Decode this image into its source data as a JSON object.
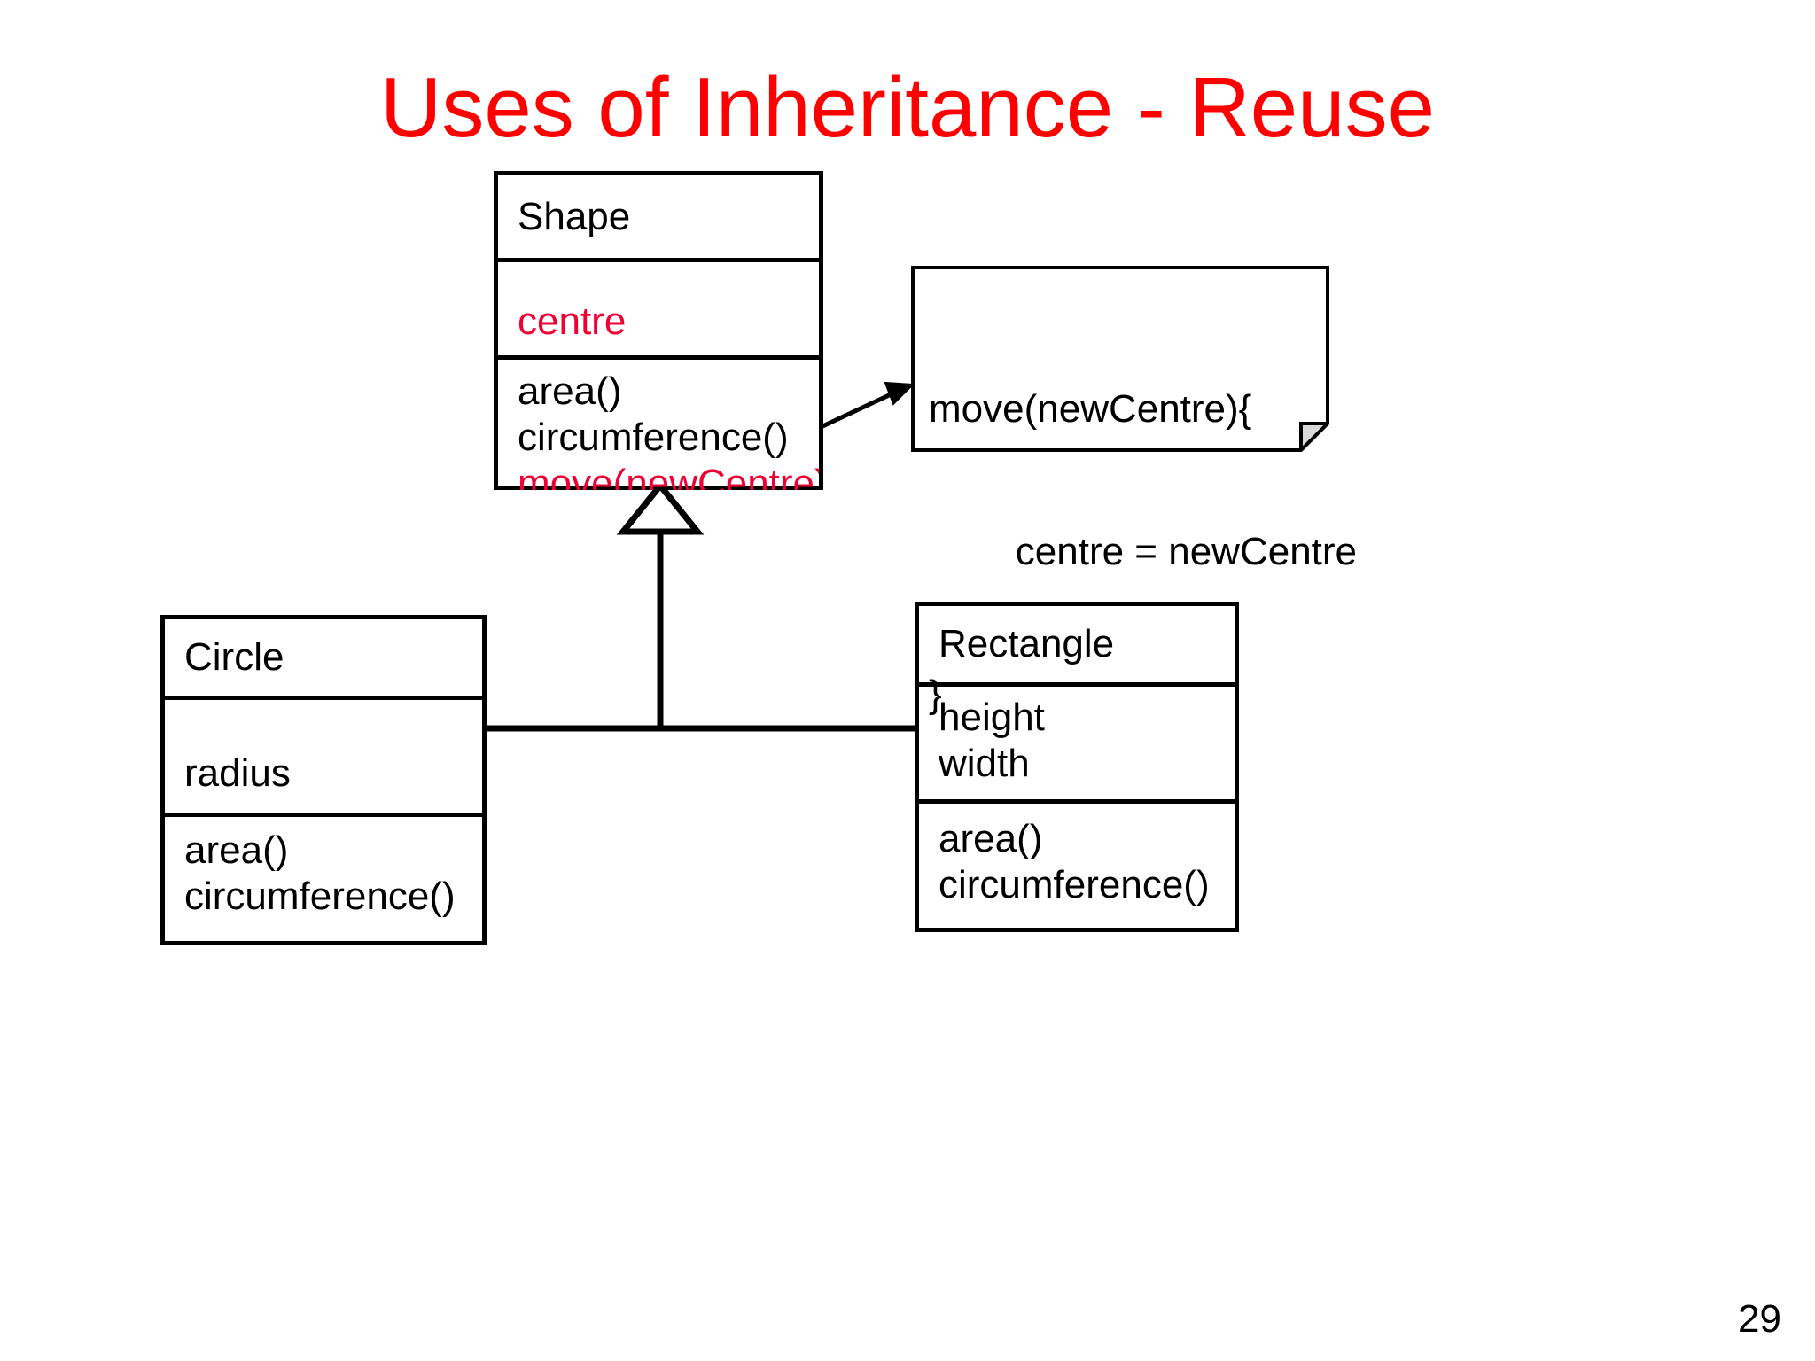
{
  "slide": {
    "title": "Uses of Inheritance - Reuse",
    "title_color": "#ff0000",
    "page_number": "29"
  },
  "diagram": {
    "type": "uml-class-diagram",
    "classes": [
      {
        "id": "shape",
        "name": "Shape",
        "attributes": [
          {
            "text": "centre",
            "color": "#ee0033"
          }
        ],
        "operations": [
          {
            "text": "area()",
            "color": "#000000"
          },
          {
            "text": "circumference()",
            "color": "#000000"
          },
          {
            "text": "move(newCentre)",
            "color": "#ee0033"
          }
        ]
      },
      {
        "id": "circle",
        "name": "Circle",
        "attributes": [
          {
            "text": "radius",
            "color": "#000000"
          }
        ],
        "operations": [
          {
            "text": "area()",
            "color": "#000000"
          },
          {
            "text": "circumference()",
            "color": "#000000"
          }
        ]
      },
      {
        "id": "rectangle",
        "name": "Rectangle",
        "attributes": [
          {
            "text": "height",
            "color": "#000000"
          },
          {
            "text": "width",
            "color": "#000000"
          }
        ],
        "operations": [
          {
            "text": "area()",
            "color": "#000000"
          },
          {
            "text": "circumference()",
            "color": "#000000"
          }
        ]
      }
    ],
    "note": {
      "lines": [
        "move(newCentre){",
        "        centre = newCentre",
        "}"
      ],
      "anchored_to": "move(newCentre)"
    },
    "relationships": [
      {
        "kind": "generalization",
        "from": "circle",
        "to": "shape"
      },
      {
        "kind": "generalization",
        "from": "rectangle",
        "to": "shape"
      },
      {
        "kind": "note-link",
        "from": "shape.move(newCentre)",
        "to": "note"
      }
    ]
  }
}
